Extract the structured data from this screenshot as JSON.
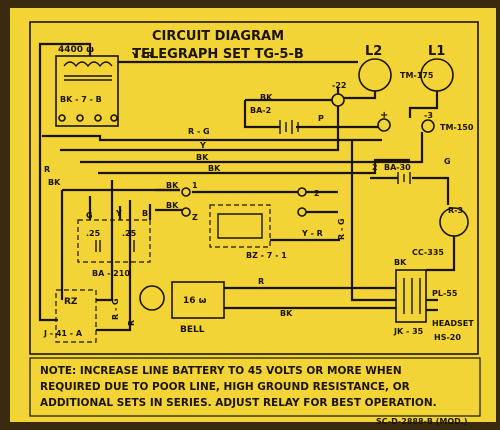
{
  "title": {
    "line1": "CIRCUIT DIAGRAM",
    "line2": "TELEGRAPH SET TG-5-B"
  },
  "components": {
    "coil_value": "4400 ω",
    "bk7b": "BK - 7 - B",
    "l2": "L2",
    "l1": "L1",
    "tm175": "TM-175",
    "tm150": "TM-150",
    "ba2": "BA-2",
    "ba30": "BA-30",
    "r3": "R-3",
    "cc335": "CC-335",
    "ba210": "BA - 210",
    "cap1": ".25",
    "cap2": ".25",
    "bz71": "BZ - 7 - 1",
    "bell_val": "16 ω",
    "bell": "BELL",
    "j41": "J - 41 - A",
    "jk35": "JK - 35",
    "pl55": "PL-55",
    "headset": "HEADSET",
    "hs20": "HS-20",
    "t22": "-22",
    "t3": "-3",
    "plus": "+",
    "two_a": "2",
    "two_b": "2",
    "one": "1",
    "z": "Z",
    "rz": "RZ"
  },
  "wire_labels": {
    "yr_top": "Y - R",
    "bk_l2": "BK",
    "p": "P",
    "rg_mid": "R - G",
    "y_mid": "Y",
    "bk_mid": "BK",
    "bk_mid2": "BK",
    "r_left": "R",
    "bk_left": "BK",
    "bk_z": "BK",
    "bk_1": "BK",
    "g": "G",
    "y_ba": "Y",
    "b_ba": "B",
    "yr_bz": "Y - R",
    "rg_vert": "R - G",
    "r_bell": "R",
    "bk_bell": "BK",
    "rg_j": "R - G",
    "r_j": "R",
    "bk_right": "BK",
    "g_right": "G"
  },
  "note": {
    "line1": "NOTE: INCREASE LINE BATTERY TO 45 VOLTS OR MORE WHEN",
    "line2": "REQUIRED DUE TO POOR LINE, HIGH GROUND RESISTANCE, OR",
    "line3": "ADDITIONAL SETS IN SERIES. ADJUST RELAY FOR BEST OPERATION."
  },
  "drawing_number": "SC-D-2888-B (MOD.)",
  "colors": {
    "panel": "#f3d437",
    "ink": "#1b1407",
    "frame": "#3a2a10"
  }
}
